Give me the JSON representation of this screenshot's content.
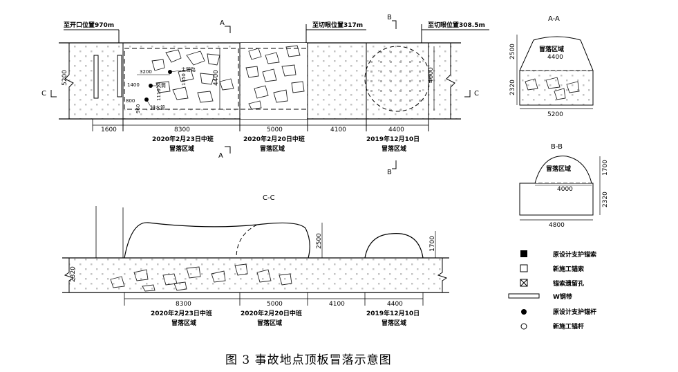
{
  "plan": {
    "markers": {
      "open": "至开口位置970m",
      "cut1": "至切眼位置317m",
      "cut2": "至切眼位置308.5m"
    },
    "section_marks": {
      "a": "A",
      "b": "B",
      "c": "C"
    },
    "height_dim": "5200",
    "inner_dims": {
      "d3200": "3200",
      "d1400": "1400",
      "d800": "800",
      "d1110": "1110",
      "d960": "960",
      "d1350": "1350",
      "d4400": "4400",
      "d4000": "4000"
    },
    "point_labels": {
      "p1": "主管路",
      "p2": "风筒",
      "p3": "排水管"
    },
    "bottom_dims": [
      "1600",
      "8300",
      "5000",
      "4100",
      "4400"
    ],
    "zones": [
      {
        "date": "2020年2月23日中班",
        "label": "冒落区域"
      },
      {
        "date": "2020年2月20日中班",
        "label": "冒落区域"
      },
      {
        "date": "2019年12月10日",
        "label": "冒落区域"
      }
    ]
  },
  "section_aa": {
    "title": "A-A",
    "zone": "冒落区域",
    "dims": {
      "top": "2500",
      "bottom": "2320",
      "inner": "4400",
      "width": "5200"
    }
  },
  "section_bb": {
    "title": "B-B",
    "zone": "冒落区域",
    "dims": {
      "top": "1700",
      "bottom": "2320",
      "inner": "4000",
      "width": "4800"
    }
  },
  "section_cc": {
    "title": "C-C",
    "dims": {
      "left": "2320",
      "h2500": "2500",
      "h1700": "1700"
    },
    "bottom_dims": [
      "8300",
      "5000",
      "4100",
      "4400"
    ],
    "zones": [
      {
        "date": "2020年2月23日中班",
        "label": "冒落区域"
      },
      {
        "date": "2020年2月20日中班",
        "label": "冒落区域"
      },
      {
        "date": "2019年12月10日",
        "label": "冒落区域"
      }
    ]
  },
  "legend": [
    {
      "symbol": "filled-square",
      "label": "原设计支护锚索"
    },
    {
      "symbol": "open-square",
      "label": "新施工锚索"
    },
    {
      "symbol": "crossed-square",
      "label": "锚索遗留孔"
    },
    {
      "symbol": "w-strap",
      "label": "W钢带"
    },
    {
      "symbol": "filled-circle",
      "label": "原设计支护锚杆"
    },
    {
      "symbol": "open-circle",
      "label": "新施工锚杆"
    }
  ],
  "caption": "图 3  事故地点顶板冒落示意图"
}
